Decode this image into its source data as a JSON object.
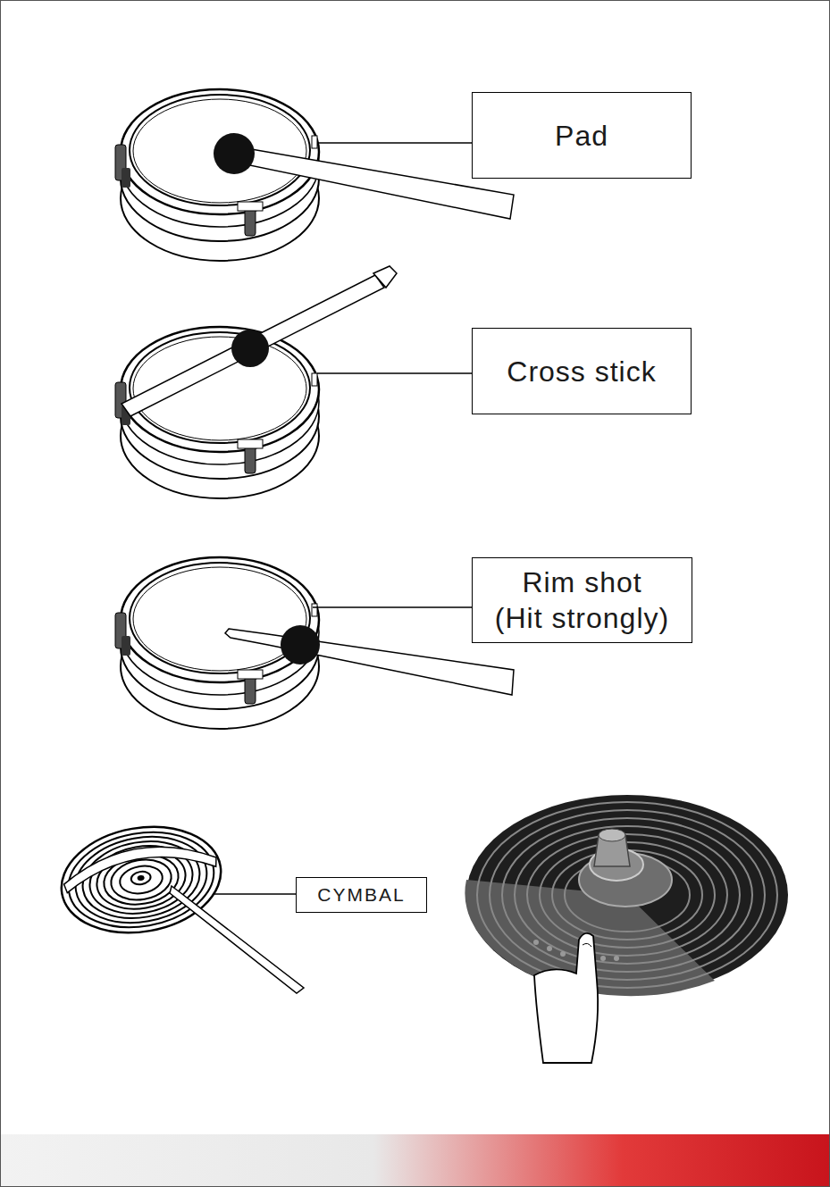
{
  "diagram": {
    "nodes": [
      {
        "text": [
          "Pad"
        ]
      },
      {
        "text": [
          "Cross stick"
        ]
      },
      {
        "text": [
          "Rim shot",
          "(Hit strongly)"
        ]
      },
      {
        "text": [
          "CYMBAL"
        ]
      }
    ]
  }
}
